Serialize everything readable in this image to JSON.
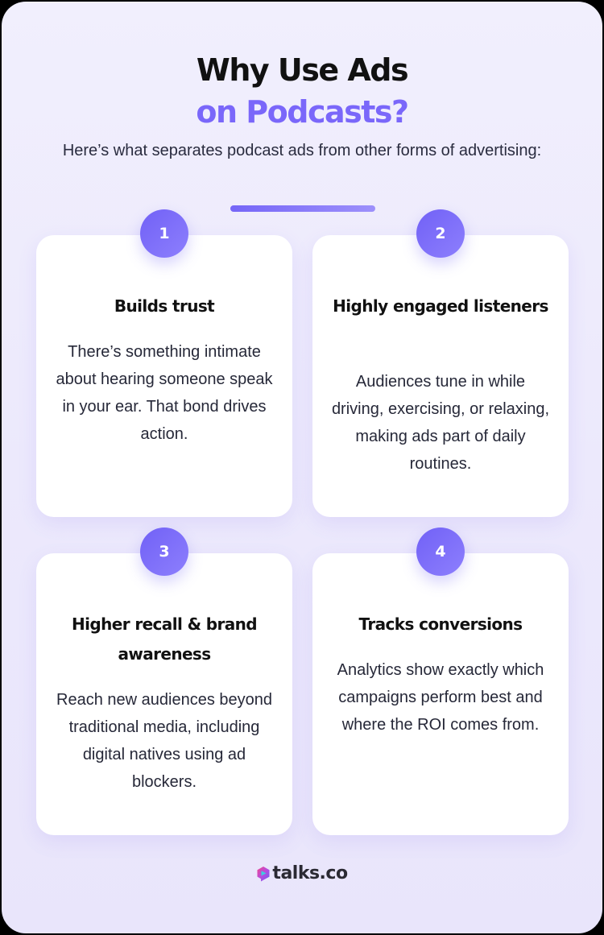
{
  "header": {
    "title_line1": "Why Use Ads",
    "title_line2": "on Podcasts?",
    "subtitle": "Here’s what separates podcast ads from other forms of advertising:"
  },
  "colors": {
    "accent": "#7a67fa",
    "title": "#111111",
    "body_text": "#262838",
    "background": "#eeebfc",
    "card": "#ffffff"
  },
  "cards": [
    {
      "number": "1",
      "title": "Builds trust",
      "body": "There’s something intimate about hearing someone speak in your ear. That bond drives action."
    },
    {
      "number": "2",
      "title": "Highly engaged listeners",
      "body": "Audiences tune in while driving, exercising, or relaxing, making ads part of daily routines."
    },
    {
      "number": "3",
      "title": "Higher recall & brand awareness",
      "body": "Reach new audiences beyond traditional media, including digital natives using ad blockers."
    },
    {
      "number": "4",
      "title": "Tracks conversions",
      "body": "Analytics show exactly which campaigns perform best and where the ROI comes from."
    }
  ],
  "footer": {
    "logo_icon": "talks-logo-play-icon",
    "brand": "talks.co"
  }
}
